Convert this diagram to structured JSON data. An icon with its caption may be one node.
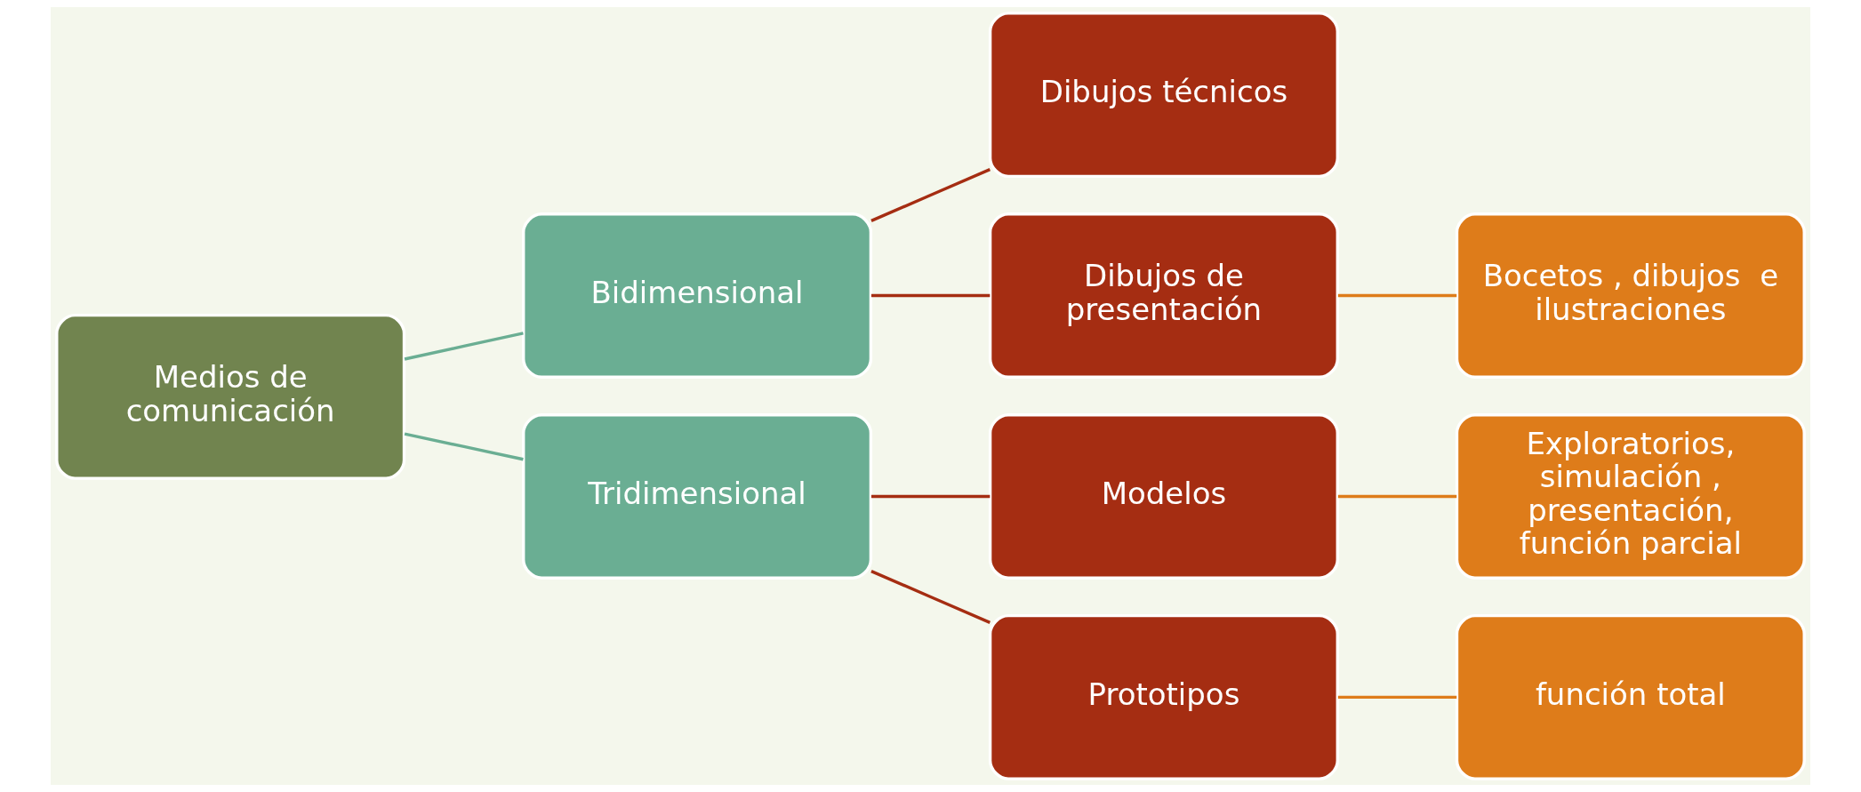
{
  "diagram": {
    "nodes": [
      {
        "text": [
          "Medios de comunicación"
        ]
      },
      {
        "text": [
          "Bidimensional"
        ]
      },
      {
        "text": [
          "Tridimensional"
        ]
      },
      {
        "text": [
          "Dibujos técnicos"
        ]
      },
      {
        "text": [
          "Dibujos de presentación"
        ]
      },
      {
        "text": [
          "Modelos"
        ]
      },
      {
        "text": [
          "Prototipos"
        ]
      },
      {
        "text": [
          "Bocetos , dibujos  e ilustraciones"
        ]
      },
      {
        "text": [
          "Exploratorios, simulación , presentación, función parcial"
        ]
      },
      {
        "text": [
          "función total"
        ]
      }
    ],
    "edges": [
      {
        "from": 0,
        "to": 1,
        "arrow": "none",
        "color": "#6aae93"
      },
      {
        "from": 0,
        "to": 2,
        "arrow": "none",
        "color": "#6aae93"
      },
      {
        "from": 1,
        "to": 3,
        "arrow": "none"
      },
      {
        "from": 1,
        "to": 4,
        "arrow": "none"
      },
      {
        "from": 4,
        "to": 7,
        "arrow": "none",
        "color": "#de7c1a"
      },
      {
        "from": 2,
        "to": 5,
        "arrow": "none"
      },
      {
        "from": 2,
        "to": 6,
        "arrow": "none"
      },
      {
        "from": 5,
        "to": 8,
        "arrow": "none",
        "color": "#de7c1a"
      },
      {
        "from": 6,
        "to": 9,
        "arrow": "none",
        "color": "#de7c1a"
      }
    ]
  }
}
